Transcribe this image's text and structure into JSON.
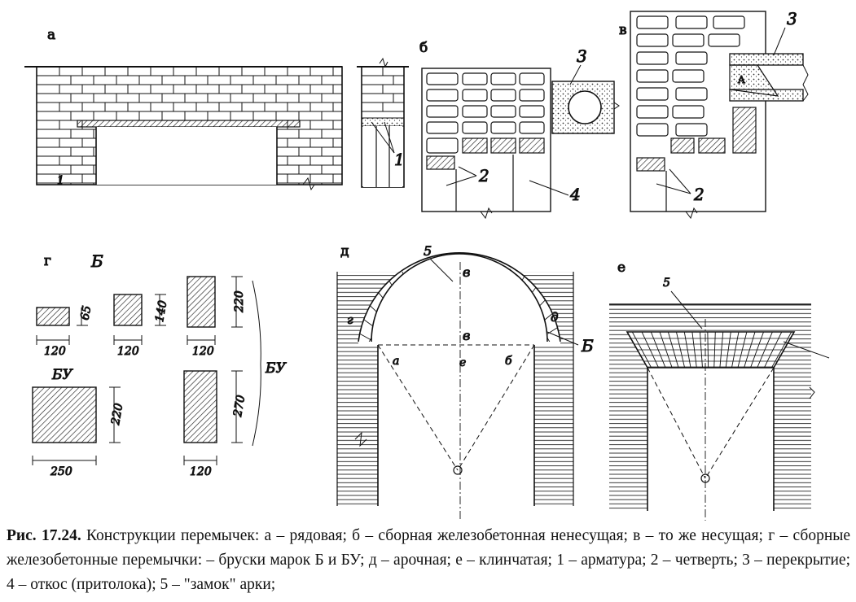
{
  "figure": {
    "panel_labels": {
      "a": "а",
      "b": "б",
      "v": "в",
      "g": "г",
      "d": "д",
      "e": "е"
    },
    "markers": {
      "m1": "1",
      "m2": "2",
      "m3": "3",
      "m4": "4",
      "m5": "5"
    },
    "letters": {
      "A": "A",
      "B": "Б",
      "BU": "БУ",
      "g_arch": "г",
      "v_top": "в",
      "v_mid": "в",
      "d_arch": "д",
      "e_center": "е",
      "b_small": "б",
      "a_small": "а"
    },
    "dimensions": {
      "d65": "65",
      "d120": "120",
      "d140": "140",
      "d220": "220",
      "d250": "250",
      "d270": "270"
    },
    "accent_color": "#111111"
  },
  "caption": {
    "number": "Рис. 17.24.",
    "text": "Конструкции перемычек: а – рядовая; б – сборная железобетонная ненесущая; в – то же несущая;  г – сборные железобетонные перемычки: – бруски марок  Б и БУ;  д – арочная;  е – клинчатая; 1 – арматура;  2 – четверть; 3 – перекрытие; 4 – откос (притолока);  5 –  \"замок\" арки;"
  }
}
